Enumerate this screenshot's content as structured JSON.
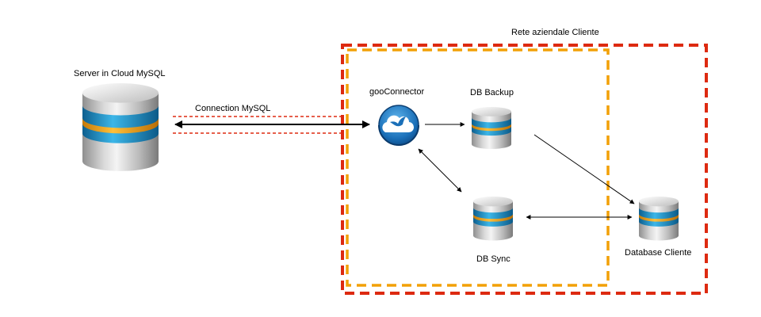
{
  "nodes": {
    "cloud_server": {
      "label": "Server in Cloud MySQL",
      "icon": "database-icon"
    },
    "connector": {
      "label": "gooConnector",
      "icon": "bird-cloud-logo-icon"
    },
    "db_backup": {
      "label": "DB Backup",
      "icon": "database-icon"
    },
    "db_sync": {
      "label": "DB Sync",
      "icon": "database-icon"
    },
    "client_db": {
      "label": "Database Cliente",
      "icon": "database-icon"
    }
  },
  "regions": {
    "client_network": {
      "label": "Rete aziendale Cliente",
      "color": "#dd2a10"
    },
    "connector_zone": {
      "label": "",
      "color": "#f2a007"
    }
  },
  "connection": {
    "label": "Connection MySQL",
    "tunnel_color": "#dd2a10"
  },
  "colors": {
    "disk_blue": "#1d8fc4",
    "disk_orange": "#f4a21b",
    "connector_blue": "#1a6fb8"
  }
}
